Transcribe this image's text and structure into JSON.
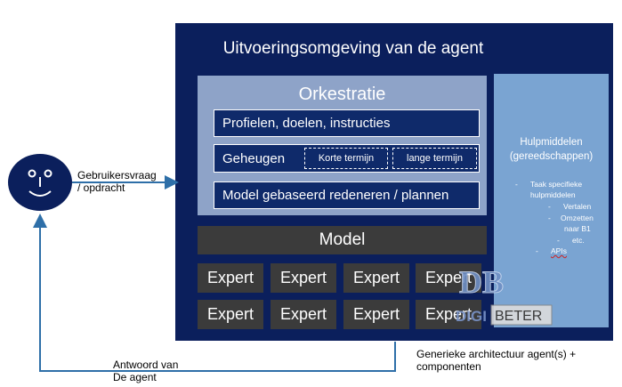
{
  "environment": {
    "title": "Uitvoeringsomgeving van de agent",
    "bg_color": "#0b1f5c"
  },
  "orchestration": {
    "title": "Orkestratie",
    "profiles": "Profielen, doelen, instructies",
    "memory": "Geheugen",
    "memory_short": "Korte termijn",
    "memory_long": "lange termijn",
    "reasoning": "Model gebaseerd redeneren / plannen"
  },
  "model": {
    "title": "Model",
    "experts": [
      "Expert",
      "Expert",
      "Expert",
      "Expert",
      "Expert",
      "Expert",
      "Expert",
      "Expert"
    ]
  },
  "tools": {
    "title_line1": "Hulpmiddelen",
    "title_line2": "(gereedschappen)",
    "items": [
      "Taak specifieke",
      "hulpmiddelen",
      "Vertalen",
      "Omzetten",
      "naar B1",
      "etc.",
      "APIs"
    ],
    "bg_color": "#7aa4d2"
  },
  "user": {
    "icon": "smiley-face-icon",
    "request_line1": "Gebruikersvraag",
    "request_line2": "/ opdracht",
    "answer_line1": "Antwoord van",
    "answer_line2": "De agent"
  },
  "caption": {
    "line1": "Generieke architectuur agent(s) +",
    "line2": "componenten"
  },
  "watermark": {
    "top": "DB",
    "left": "DIGI",
    "right": "BETER"
  }
}
